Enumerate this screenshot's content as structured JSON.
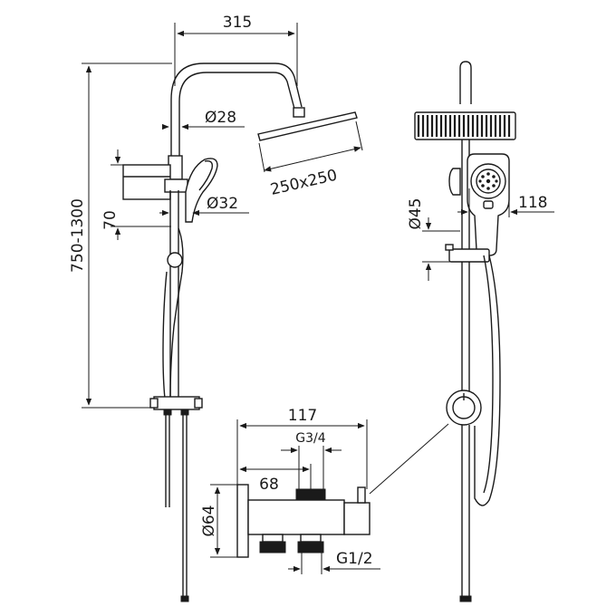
{
  "dimensions": {
    "width_315": "315",
    "d28": "Ø28",
    "head_size": "250x250",
    "d32": "Ø32",
    "seventy": "70",
    "height_range": "750-1300",
    "d45": "Ø45",
    "d118": "118",
    "d117": "117",
    "g34": "G3/4",
    "d68": "68",
    "d64": "Ø64",
    "g12": "G1/2"
  },
  "colors": {
    "line": "#1a1a1a",
    "background": "#ffffff"
  }
}
